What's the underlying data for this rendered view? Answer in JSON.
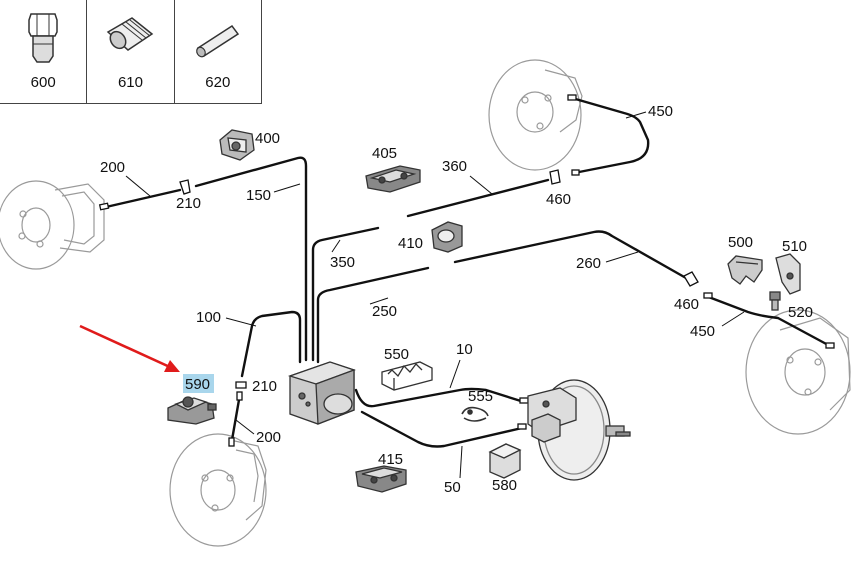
{
  "legend": {
    "items": [
      {
        "number": "600",
        "icon": "nut-icon"
      },
      {
        "number": "610",
        "icon": "sleeve-icon"
      },
      {
        "number": "620",
        "icon": "pin-icon"
      }
    ]
  },
  "labels": {
    "l400": "400",
    "l405": "405",
    "l360": "360",
    "l450_top": "450",
    "l460_top": "460",
    "l200_left": "200",
    "l210_left": "210",
    "l150": "150",
    "l350": "350",
    "l410": "410",
    "l500": "500",
    "l510": "510",
    "l260": "260",
    "l460_right": "460",
    "l520": "520",
    "l450_right": "450",
    "l250": "250",
    "l100": "100",
    "l590": "590",
    "l210_bottom": "210",
    "l200_bottom": "200",
    "l550": "550",
    "l10": "10",
    "l555": "555",
    "l415": "415",
    "l50": "50",
    "l580": "580"
  },
  "colors": {
    "line": "#111111",
    "part_outline": "#333333",
    "disc_outline": "#9a9a9a",
    "arrow": "#e01b1b",
    "highlight": "#a9d6ec"
  }
}
